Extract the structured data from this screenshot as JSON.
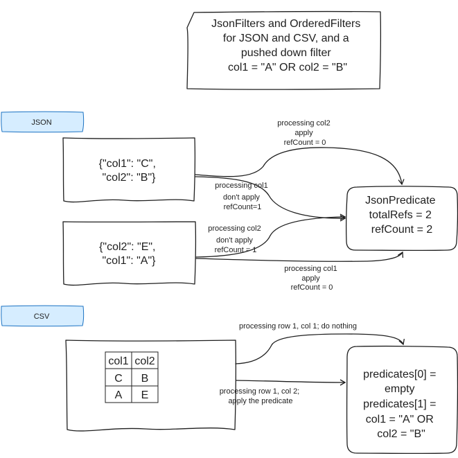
{
  "title": {
    "lines": [
      "JsonFilters and OrderedFilters",
      "for JSON and CSV, and a",
      "pushed down filter",
      "col1 = \"A\" OR col2 = \"B\""
    ]
  },
  "json_section": {
    "tag": "JSON",
    "doc1": {
      "lines": [
        "{\"col1\": \"C\",",
        "\"col2\": \"B\"}"
      ]
    },
    "doc2": {
      "lines": [
        "{\"col2\": \"E\",",
        "\"col1\": \"A\"}"
      ]
    },
    "predicate": {
      "lines": [
        "JsonPredicate",
        "totalRefs = 2",
        "refCount = 2"
      ]
    },
    "edges": {
      "doc1_col2": [
        "processing col2",
        "apply",
        "refCount = 0"
      ],
      "doc1_col1": [
        "processing col1",
        "don't apply",
        "refCount=1"
      ],
      "doc2_col2": [
        "processing col2",
        "don't apply",
        "refCount = 1"
      ],
      "doc2_col1": [
        "processing col1",
        "apply",
        "refCount = 0"
      ]
    }
  },
  "csv_section": {
    "tag": "CSV",
    "table": {
      "headers": [
        "col1",
        "col2"
      ],
      "rows": [
        [
          "C",
          "B"
        ],
        [
          "A",
          "E"
        ]
      ]
    },
    "predicates": {
      "lines": [
        "predicates[0] =",
        "empty",
        "predicates[1] =",
        "col1 = \"A\" OR",
        "col2 = \"B\""
      ]
    },
    "edges": {
      "row1_col1": [
        "processing row 1, col 1; do nothing"
      ],
      "row1_col2": [
        "processing row 1, col 2;",
        "apply the predicate"
      ]
    }
  },
  "colors": {
    "stroke": "#1e1e1e",
    "tag_fill": "#a5d8ff",
    "tag_stroke": "#1971c2"
  }
}
